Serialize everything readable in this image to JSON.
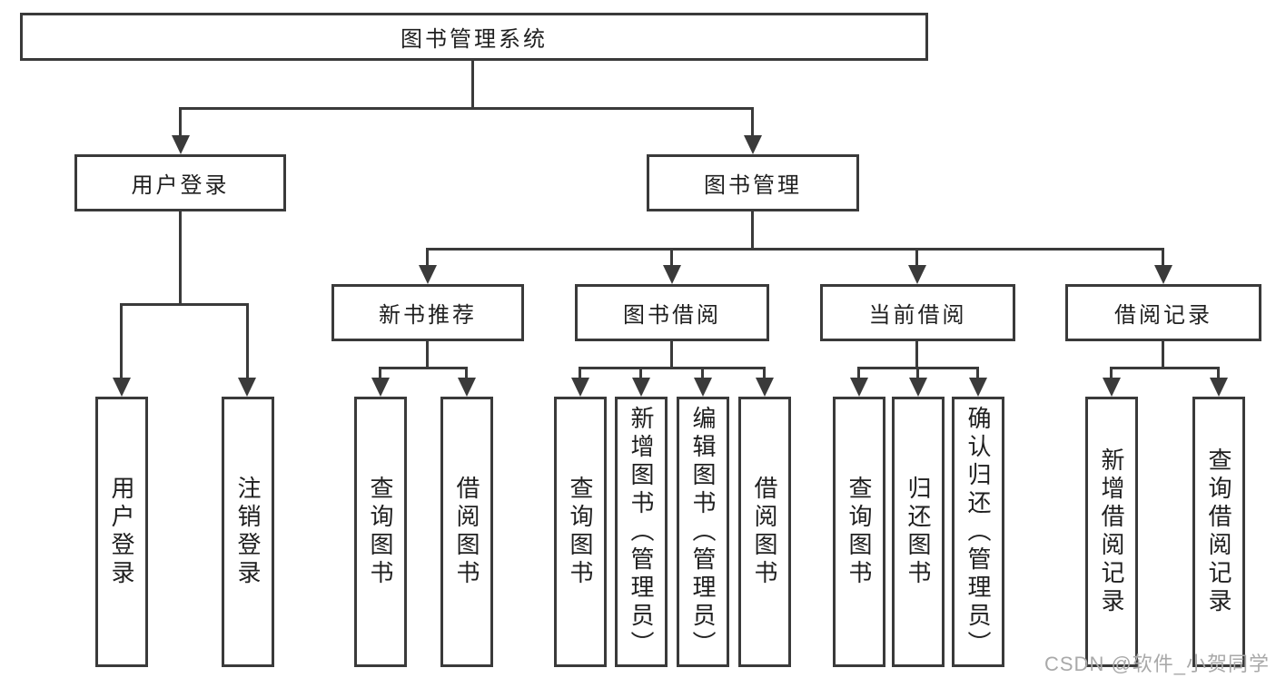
{
  "diagram_type": "tree",
  "root": {
    "label": "图书管理系统",
    "children": [
      {
        "label": "用户登录",
        "children": [
          {
            "label": "用户登录"
          },
          {
            "label": "注销登录"
          }
        ]
      },
      {
        "label": "图书管理",
        "children": [
          {
            "label": "新书推荐",
            "children": [
              {
                "label": "查询图书"
              },
              {
                "label": "借阅图书"
              }
            ]
          },
          {
            "label": "图书借阅",
            "children": [
              {
                "label": "查询图书"
              },
              {
                "label": "新增图书（管理员）"
              },
              {
                "label": "编辑图书（管理员）"
              },
              {
                "label": "借阅图书"
              }
            ]
          },
          {
            "label": "当前借阅",
            "children": [
              {
                "label": "查询图书"
              },
              {
                "label": "归还图书"
              },
              {
                "label": "确认归还（管理员）"
              }
            ]
          },
          {
            "label": "借阅记录",
            "children": [
              {
                "label": "新增借阅记录"
              },
              {
                "label": "查询借阅记录"
              }
            ]
          }
        ]
      }
    ]
  },
  "watermark": "CSDN @软件_小贺同学",
  "colors": {
    "line": "#3a3a3a",
    "text": "#1f1f1f",
    "watermark_gray": "#a9a9a9",
    "background": "#ffffff"
  }
}
